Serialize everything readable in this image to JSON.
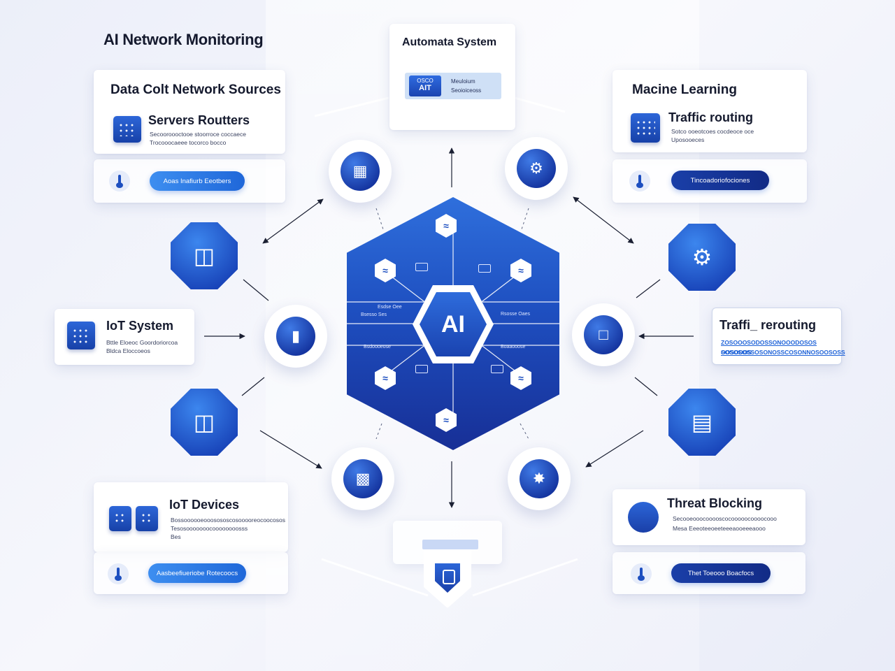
{
  "title": "AI Network Monitoring",
  "top_card": {
    "title": "Automata System",
    "badge_top": "OSCO",
    "badge_main": "AIT",
    "caption_line1": "Meuloium",
    "caption_line2": "Seoioiceoss"
  },
  "data_sources": {
    "title": "Data Colt Network Sources",
    "item_title": "Servers Routters",
    "item_desc1": "Secooroooctooe stoorroce coccaece",
    "item_desc2": "Trocooocaeee tocorco bocco",
    "button": "Aoas Inafiurb Eeotbers"
  },
  "machine_learning": {
    "title": "Macine Learning",
    "item_title": "Traffic routing",
    "item_desc1": "Sotco ooeotcoes cocdeoce oce",
    "item_desc2": "Uposooeces",
    "button": "Tincoadoriofociones"
  },
  "iot_system": {
    "title": "IoT System",
    "desc1": "Bttle Eloeoc Goordoriorcoa",
    "desc2": "Bldca Eloccoeos"
  },
  "traffic_rerouting": {
    "title": "Traffi_ rerouting",
    "desc1": "ZOSOOOSODOSSONOOODOSOS OOSODOS",
    "desc2": "SOSOSOSSOSONOSSCOSONNOSOOSOSS"
  },
  "iot_devices": {
    "title": "IoT Devices",
    "desc1": "Bossoooooeooosososcosooooreocoocosos",
    "desc2": "Tesosooooooocoooooooosss",
    "desc3": "Bes",
    "button": "Aasbeefiueriobe Rotecoocs"
  },
  "threat_blocking": {
    "title": "Threat Blocking",
    "desc1": "Secooeooocooooscocooooocoooocooo",
    "desc2": "Mesa Eeeoteeoeeteeeaooeeeaooo",
    "button": "Thet Toeooo Boacfocs"
  },
  "hub": {
    "center_label": "AI",
    "labels": [
      "Esdse Oee",
      "Bsesso Ses",
      "Bsdoooeose",
      "Rsosse Oaes",
      "Boaaooose"
    ]
  },
  "colors": {
    "primary": "#1d4fc0",
    "accent": "#2f7ae5",
    "background": "#eef1fa"
  }
}
